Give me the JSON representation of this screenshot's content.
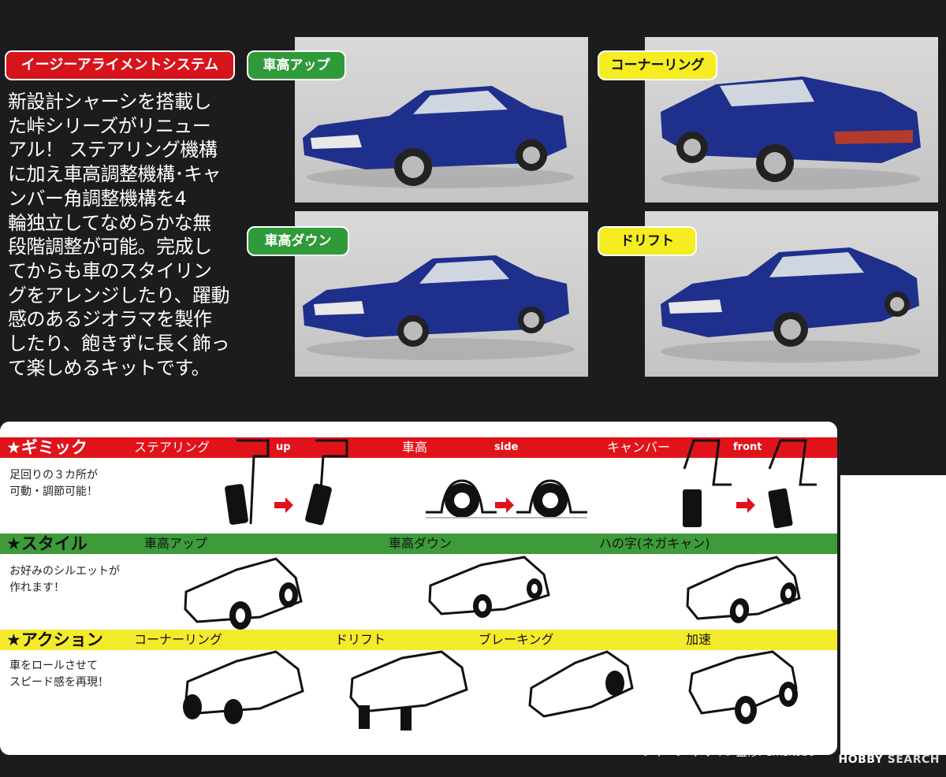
{
  "feature": {
    "title": "イージーアライメントシステム",
    "lines": [
      "新設計シャーシを搭載し",
      "た峠シリーズがリニュー",
      "アル！ ステアリング機構",
      "に加え車高調整機構･キャ",
      "ンバー角調整機構を4",
      "輪独立してなめらかな無",
      "段階調整が可能。完成し",
      "てからも車のスタイリン",
      "グをアレンジしたり、躍動",
      "感のあるジオラマを製作",
      "したり、飽きずに長く飾っ",
      "て楽しめるキットです。"
    ]
  },
  "photos": [
    {
      "tag": "車高アップ"
    },
    {
      "tag": "コーナーリング"
    },
    {
      "tag": "車高ダウン"
    },
    {
      "tag": "ドリフト"
    }
  ],
  "gimmick": {
    "title": "★ギミック",
    "note": [
      "足回りの３カ所が",
      "可動・調節可能！"
    ],
    "items": [
      {
        "label": "ステアリング",
        "sub": "up"
      },
      {
        "label": "車高",
        "sub": "side"
      },
      {
        "label": "キャンバー",
        "sub": "front"
      }
    ]
  },
  "style": {
    "title": "★スタイル",
    "note": [
      "お好みのシルエットが",
      "作れます！"
    ],
    "items": [
      "車高アップ",
      "車高ダウン",
      "ハの字(ネガキャン)"
    ]
  },
  "action": {
    "title": "★アクション",
    "note": [
      "車をロールさせて",
      "スピード感を再現！"
    ],
    "items": [
      "コーナーリング",
      "ドリフト",
      "ブレーキング",
      "加速"
    ]
  },
  "credit": "シャーシ･デザイン監修: emskobo",
  "watermark": {
    "a": "HOBBY",
    "b": " SEARCH"
  },
  "colors": {
    "red": "#e0131b",
    "green": "#3d9b3a",
    "yellow": "#f4ea2c",
    "car": "#1f2f8c"
  }
}
